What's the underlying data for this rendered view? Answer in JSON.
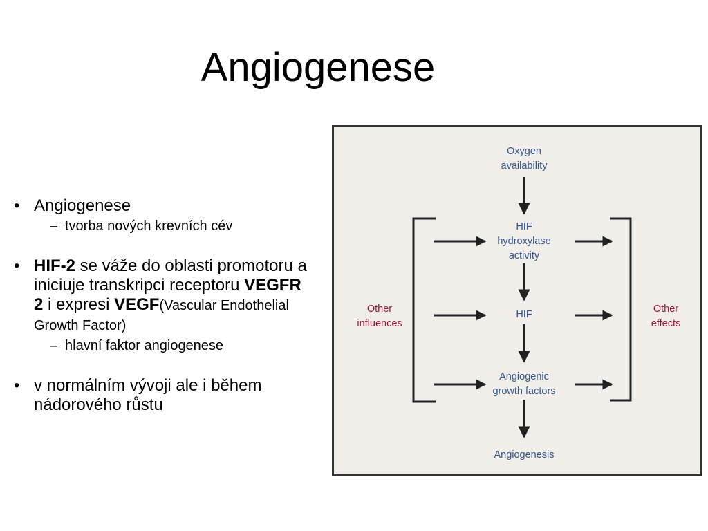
{
  "title": "Angiogenese",
  "bullets": {
    "b1": {
      "text": "Angiogenese"
    },
    "b1_sub": {
      "text": "tvorba nových krevních cév"
    },
    "b2": {
      "part1": "HIF-2",
      "part2": " se váže do oblasti promotoru a iniciuje transkripci receptoru ",
      "part3": "VEGFR 2",
      "part4": " i expresi ",
      "part5": "VEGF",
      "part6": "(Vascular Endothelial Growth Factor)"
    },
    "b2_sub": {
      "text": "hlavní faktor angiogenese"
    },
    "b3": {
      "text": "v normálním vývoji ale i během nádorového růstu"
    },
    "bullet_char": "•",
    "dash_char": "–"
  },
  "diagram": {
    "oxygen": "Oxygen\navailability",
    "hif_hydroxylase": "HIF\nhydroxylase\nactivity",
    "hif": "HIF",
    "growth_factors": "Angiogenic\ngrowth factors",
    "angiogenesis": "Angiogenesis",
    "other_influences": "Other\ninfluences",
    "other_effects": "Other\neffects",
    "colors": {
      "main_label": "#34568e",
      "side_label": "#a3153f",
      "background": "#f1eeea",
      "border": "#333333"
    }
  }
}
